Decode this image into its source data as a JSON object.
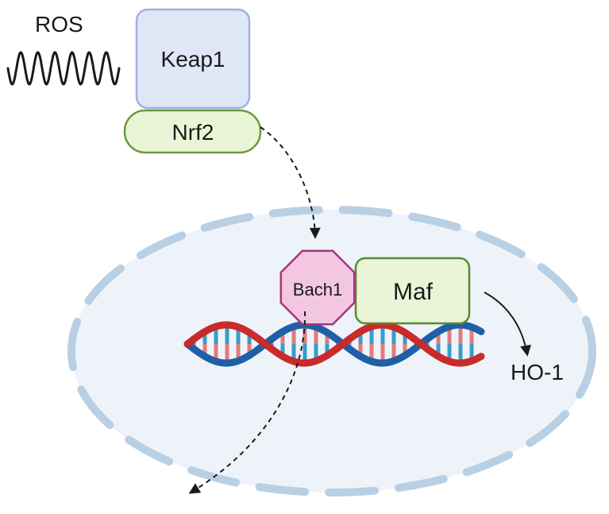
{
  "labels": {
    "ros": "ROS",
    "keap1": "Keap1",
    "nrf2": "Nrf2",
    "bach1": "Bach1",
    "maf": "Maf",
    "ho1": "HO-1"
  },
  "colors": {
    "keap1_fill": "#dfe6f6",
    "keap1_stroke": "#9fb2dd",
    "nrf2_fill": "#e9f5d6",
    "nrf2_stroke": "#6c9a3c",
    "maf_fill": "#e9f5d6",
    "maf_stroke": "#5a8a2e",
    "bach1_fill": "#f3c6e2",
    "bach1_stroke": "#a8357e",
    "nucleus_fill": "#eef3fa",
    "nucleus_dash": "#b9cfe4",
    "dna_blue": "#1f5fa6",
    "dna_red": "#c92a2a",
    "dna_rung_blue": "#3a9bc8",
    "dna_rung_red": "#e27a7a",
    "arrow": "#1a1a1a"
  },
  "icons": {
    "ros_wave": "ros-wave-icon",
    "dna": "dna-helix-icon"
  }
}
